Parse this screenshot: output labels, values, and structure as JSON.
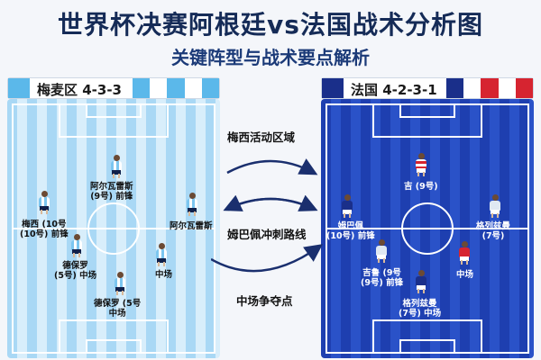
{
  "title": "世界杯决赛阿根廷vs法国战术分析图",
  "subtitle": "关键阵型与战术要点解析",
  "left_team": {
    "label": "梅麦区 4-3-3",
    "players": [
      {
        "id": "p1",
        "label": "阿尔瓦雷斯\n(9号) 前锋"
      },
      {
        "id": "p2",
        "label": "梅西 (10号\n(10号) 前锋"
      },
      {
        "id": "p3",
        "label": "阿尔瓦雷斯"
      },
      {
        "id": "p4",
        "label": "德保罗\n(5号) 中场"
      },
      {
        "id": "p5",
        "label": "中场"
      },
      {
        "id": "p6",
        "label": "德保罗 (5号\n中场"
      }
    ]
  },
  "right_team": {
    "label": "法国 4-2-3-1",
    "players": [
      {
        "id": "f1",
        "label": "吉 (9号)"
      },
      {
        "id": "f2",
        "label": "姆巴佩\n(10号) 前锋"
      },
      {
        "id": "f3",
        "label": "格列兹曼\n(7号)"
      },
      {
        "id": "f4",
        "label": "吉鲁 (9号\n(9号) 前锋"
      },
      {
        "id": "f5",
        "label": "中场"
      },
      {
        "id": "f6",
        "label": "格列兹曼\n(7号) 中场"
      }
    ]
  },
  "center": {
    "top_label": "梅西活动区域",
    "middle_label": "姆巴佩冲刺路线",
    "bottom_label": "中场争夺点"
  },
  "colors": {
    "title": "#152b57",
    "argentina_light": "#7cc6f0",
    "france_dark": "#1a2f8a",
    "france_red": "#d62430"
  }
}
